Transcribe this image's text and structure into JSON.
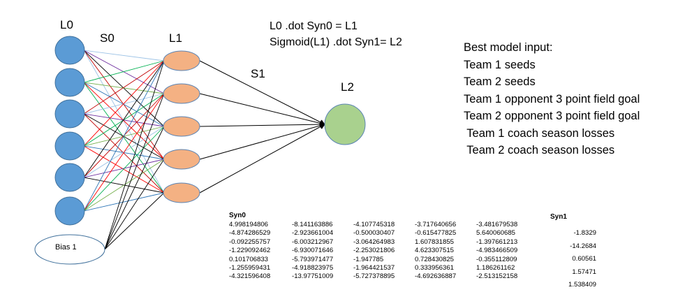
{
  "labels": {
    "l0": "L0",
    "s0": "S0",
    "l1": "L1",
    "s1": "S1",
    "l2": "L2",
    "bias": "Bias 1"
  },
  "formulas": [
    "L0 .dot Syn0 = L1",
    "Sigmoid(L1) .dot Syn1= L2"
  ],
  "model_info": {
    "title": "Best model input:",
    "items": [
      "Team 1 seeds",
      "Team 2 seeds",
      "Team 1 opponent 3 point field goal",
      "Team 2 opponent 3 point field goal",
      " Team 1 coach season losses",
      " Team 2 coach season losses"
    ]
  },
  "syn0": {
    "title": "Syn0",
    "rows": [
      [
        "4.998194806",
        "-8.141163886",
        "-4.107745318",
        "-3.717640656",
        "-3.481679538"
      ],
      [
        "-4.874286529",
        "-2.923661004",
        "-0.500030407",
        "-0.615477825",
        "5.640060685"
      ],
      [
        "-0.092255757",
        "-6.003212967",
        "-3.064264983",
        "1.607831855",
        "-1.397661213"
      ],
      [
        "-1.229092462",
        "-6.930071646",
        "-2.253021806",
        "4.623307515",
        "-4.983466509"
      ],
      [
        "0.101706833",
        "-5.793971477",
        "-1.947785",
        "0.728430825",
        "-0.355112809"
      ],
      [
        "-1.255959431",
        "-4.918823975",
        "-1.964421537",
        "0.333956361",
        "1.186261162"
      ],
      [
        "-4.321596408",
        "-13.97751009",
        "-5.727378895",
        "-4.692636887",
        "-2.513152158"
      ]
    ]
  },
  "syn1": {
    "title": "Syn1",
    "values": [
      "-1.8329",
      "-14.2684",
      "0.60561",
      "1.57471",
      "1.538409"
    ]
  },
  "colors": {
    "input_node": "#5b9bd5",
    "input_stroke": "#41719c",
    "hidden_node": "#f4b183",
    "hidden_stroke": "#5b84b4",
    "output_node": "#a9d18e",
    "output_stroke": "#5b84b4",
    "bias_stroke": "#41719c",
    "edge_palette": [
      "#9dc3e6",
      "#ff0000",
      "#7030a0",
      "#00b050",
      "#000000",
      "#70ad47",
      "#c00000",
      "#2e75b6"
    ]
  }
}
